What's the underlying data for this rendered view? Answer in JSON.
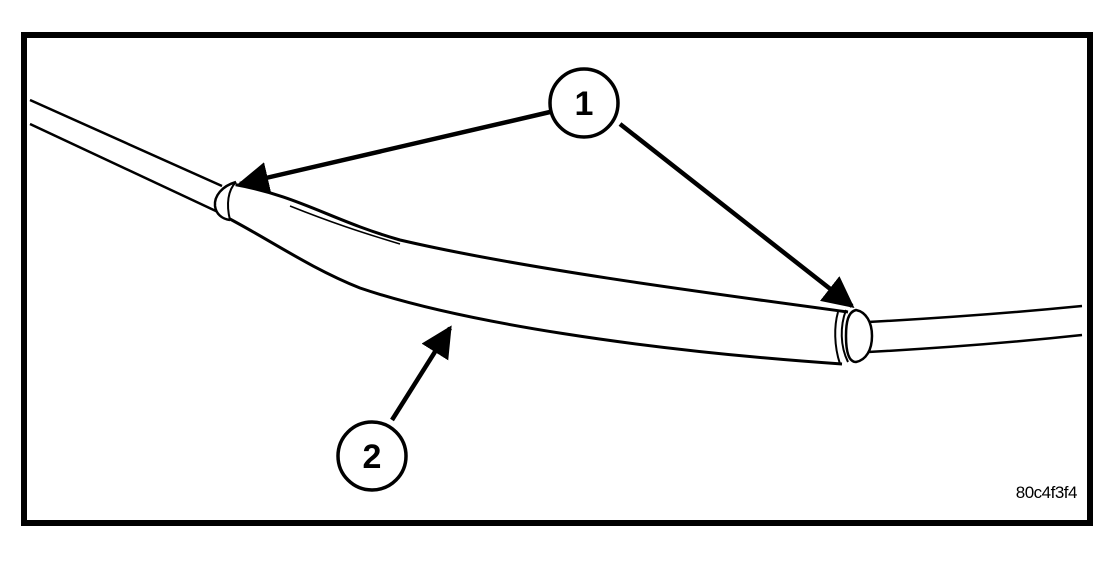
{
  "callouts": [
    {
      "number": "1"
    },
    {
      "number": "2"
    }
  ],
  "figure_id": "80c4f3f4",
  "colors": {
    "ink": "#000000",
    "paper": "#ffffff"
  }
}
